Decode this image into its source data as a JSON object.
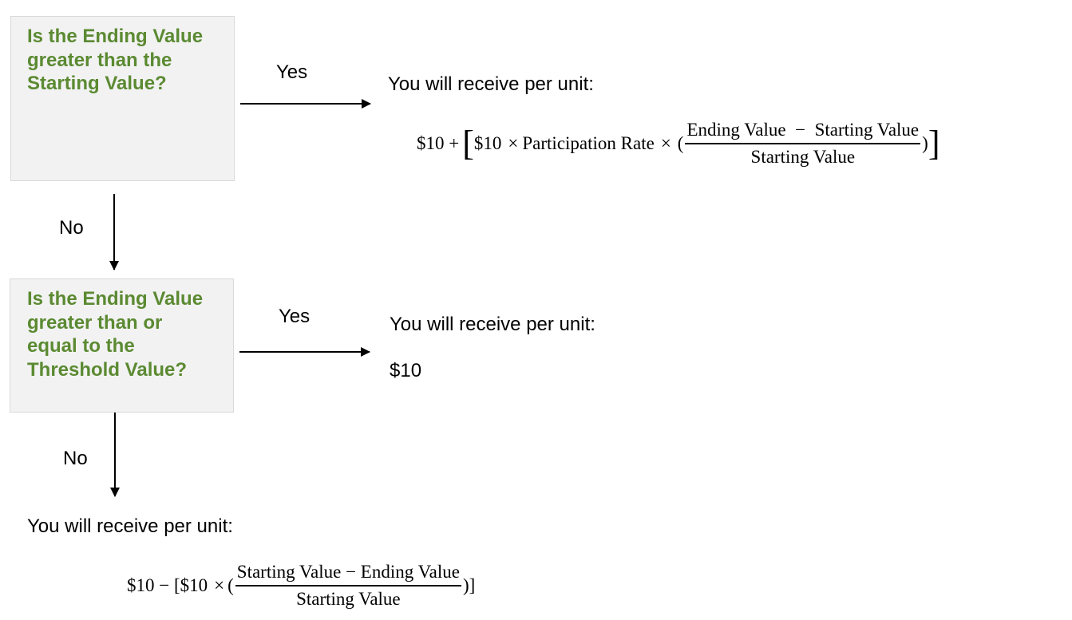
{
  "decision_1": {
    "question": "Is the Ending Value\ngreater than the\nStarting Value?",
    "yes_label": "Yes",
    "no_label": "No",
    "outcome_title": "You will receive per unit:",
    "formula": {
      "prefix": "$10 +",
      "open_bracket": "[",
      "term1": "$10",
      "times1": "×",
      "participation": "Participation Rate",
      "times2": "×",
      "open_paren": "(",
      "numerator_a": "Ending Value",
      "minus": "−",
      "numerator_b": "Starting Value",
      "denominator": "Starting Value",
      "close_paren": ")",
      "close_bracket": "]"
    }
  },
  "decision_2": {
    "question": "Is the Ending Value\ngreater than or\nequal to the\nThreshold Value?",
    "yes_label": "Yes",
    "no_label": "No",
    "outcome_title": "You will receive per unit:",
    "outcome_value": "$10"
  },
  "final_outcome": {
    "title": "You will receive per unit:",
    "formula": {
      "prefix": "$10 − [$10",
      "times": "×",
      "open_paren": "(",
      "numerator": "Starting Value − Ending Value",
      "denominator": "Starting Value",
      "close": ")]"
    }
  },
  "colors": {
    "question_text": "#5b8a32",
    "box_fill": "#f2f2f2",
    "box_border": "#d9d9d9"
  }
}
